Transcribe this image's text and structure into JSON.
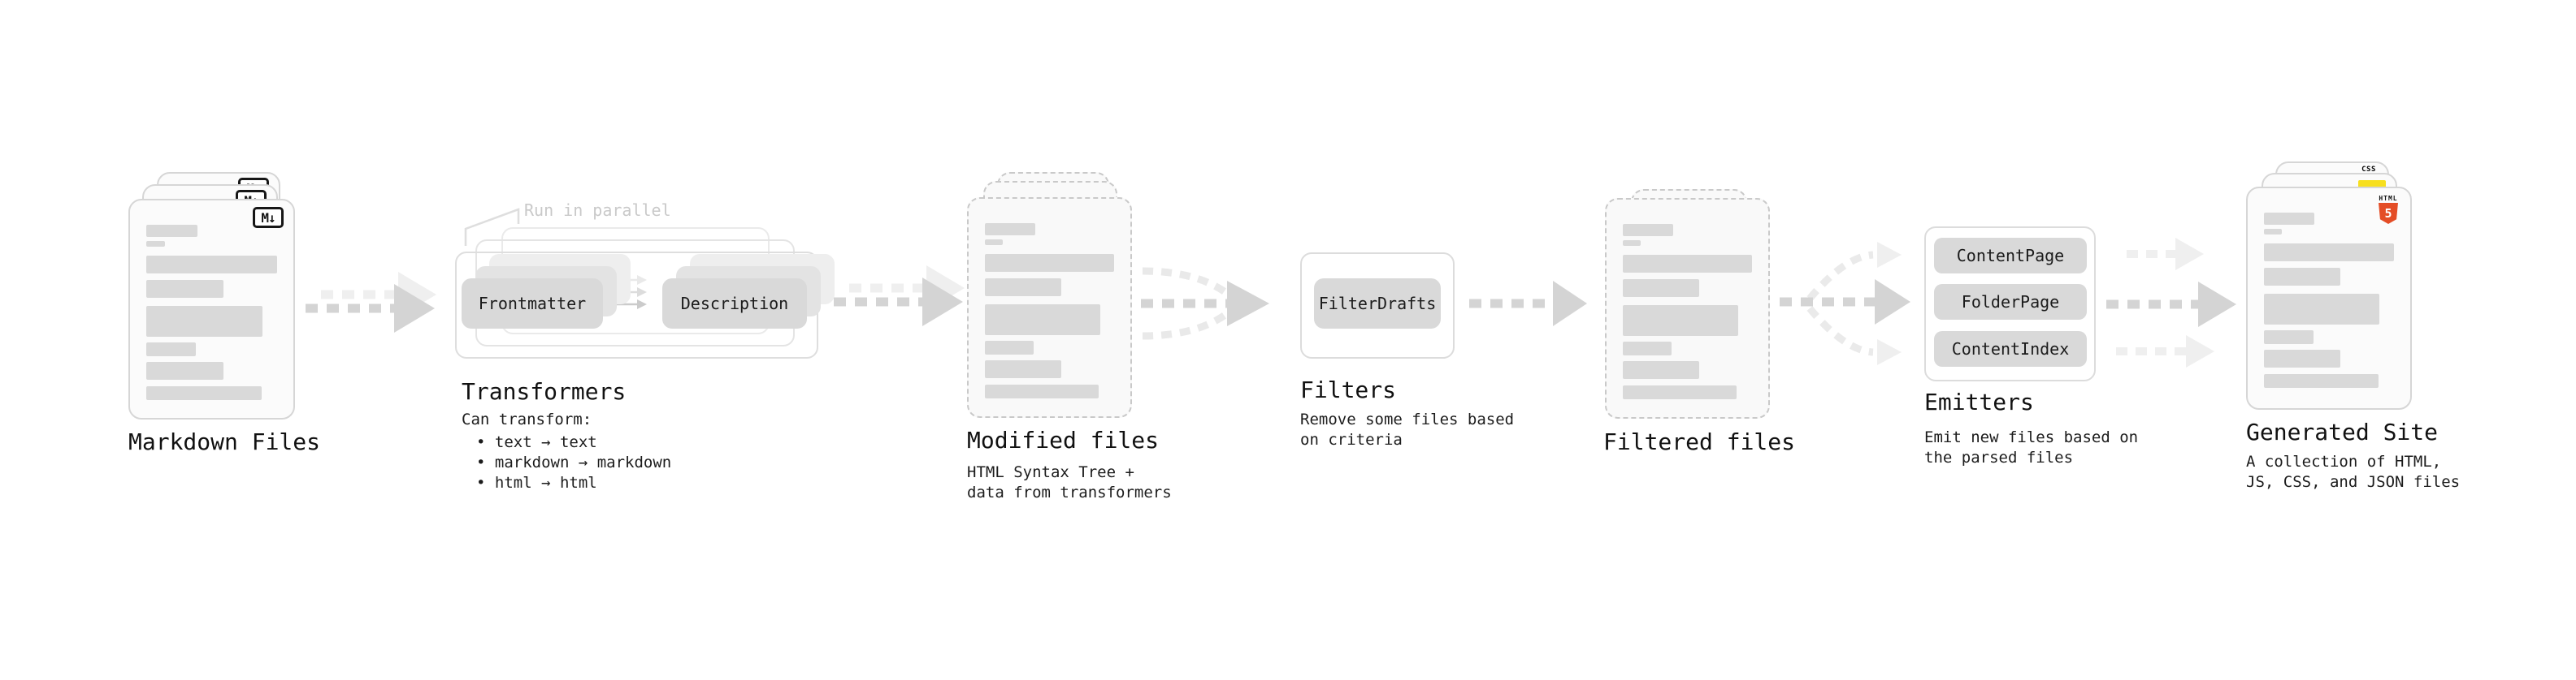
{
  "stages": {
    "markdown": {
      "title": "Markdown Files",
      "badge": "M↓"
    },
    "transformers": {
      "title": "Transformers",
      "annotation": "Run in parallel",
      "pills": [
        "Frontmatter",
        "Description"
      ],
      "body_heading": "Can transform:",
      "bullets": [
        "• text → text",
        "• markdown → markdown",
        "• html → html"
      ]
    },
    "modified": {
      "title": "Modified files",
      "subtitle": [
        "HTML Syntax Tree +",
        "data from transformers"
      ]
    },
    "filters": {
      "title": "Filters",
      "pills": [
        "FilterDrafts"
      ],
      "subtitle": [
        "Remove some files based",
        "on criteria"
      ]
    },
    "filtered": {
      "title": "Filtered files"
    },
    "emitters": {
      "title": "Emitters",
      "pills": [
        "ContentPage",
        "FolderPage",
        "ContentIndex"
      ],
      "subtitle": [
        "Emit new files based on",
        "the parsed files"
      ]
    },
    "site": {
      "title": "Generated Site",
      "subtitle": [
        "A collection of HTML,",
        "JS, CSS, and JSON files"
      ],
      "html_badge_caption": "HTML",
      "html_badge_number": "5",
      "css_badge_caption": "CSS"
    }
  },
  "colors": {
    "placeholder_bar": "#d9d9d9",
    "pill": "#d9d9d9",
    "arrow_dark": "#d4d4d4",
    "arrow_light": "#efefef",
    "annotation_text": "#c9c9c9",
    "html5_orange": "#e44d26",
    "js_yellow": "#f7df1e",
    "css_blue": "#2962ff"
  }
}
